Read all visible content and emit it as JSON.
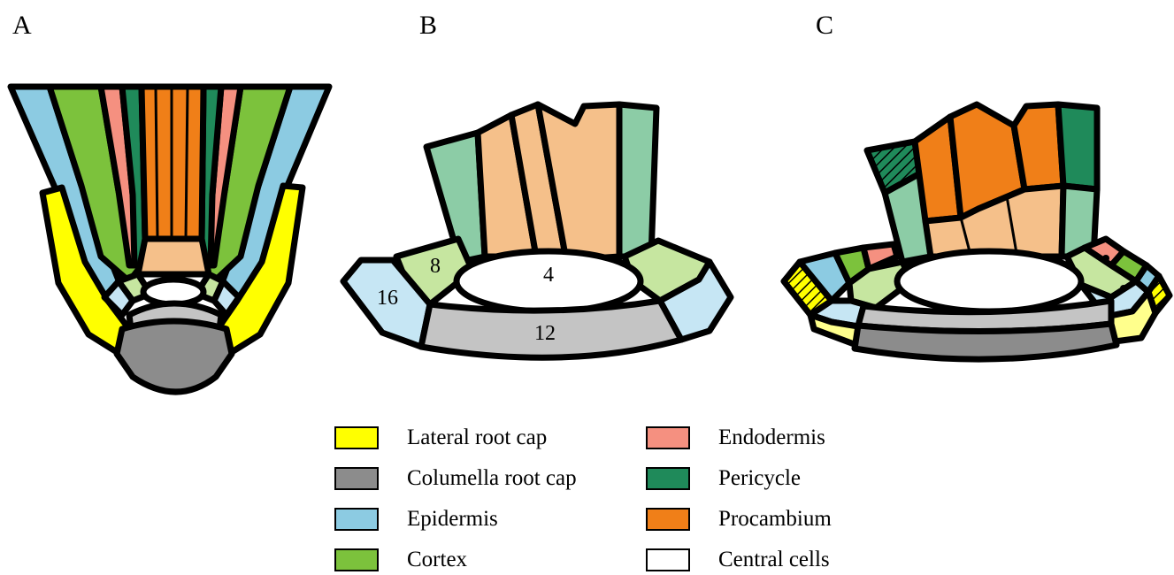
{
  "panels": {
    "a": "A",
    "b": "B",
    "c": "C"
  },
  "cell_numbers": {
    "n16": "16",
    "n8": "8",
    "n4": "4",
    "n12": "12"
  },
  "colors": {
    "lateral_root_cap": "#ffff00",
    "columella_root_cap": "#8c8c8c",
    "columella_light": "#c4c4c4",
    "epidermis": "#8ccbe2",
    "epidermis_light": "#c6e6f4",
    "cortex": "#7cc23c",
    "cortex_light": "#c6e6a0",
    "endodermis": "#f59080",
    "pericycle": "#1f8a5a",
    "pericycle_light": "#8ccca6",
    "procambium": "#f07f18",
    "procambium_light": "#f5c08a",
    "central_cells": "#ffffff"
  },
  "legend": [
    {
      "label": "Lateral root cap",
      "color": "#ffff00"
    },
    {
      "label": "Columella root cap",
      "color": "#8c8c8c"
    },
    {
      "label": "Epidermis",
      "color": "#8ccbe2"
    },
    {
      "label": "Cortex",
      "color": "#7cc23c"
    },
    {
      "label": "Endodermis",
      "color": "#f59080"
    },
    {
      "label": "Pericycle",
      "color": "#1f8a5a"
    },
    {
      "label": "Procambium",
      "color": "#f07f18"
    },
    {
      "label": "Central cells",
      "color": "#ffffff"
    }
  ]
}
